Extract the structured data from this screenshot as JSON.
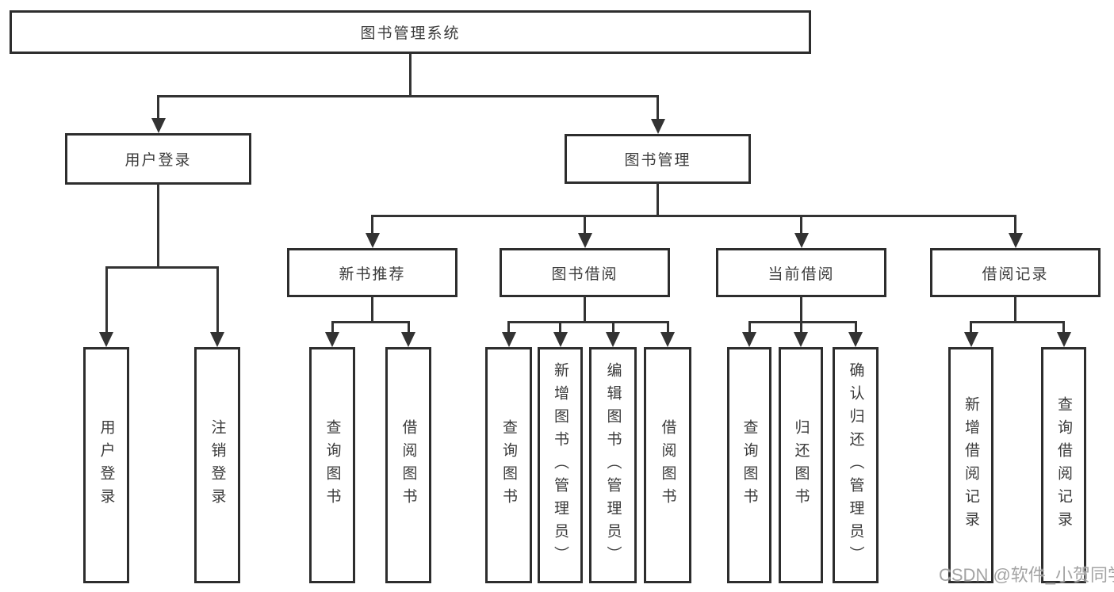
{
  "diagram": {
    "title": "图书管理系统",
    "watermark": "CSDN @软件_小贺同学",
    "colors": {
      "line": "#333333",
      "box_border": "#2d2d2d",
      "text": "#3b3b3b",
      "watermark": "#9e9e9e",
      "background": "#ffffff"
    },
    "tree": {
      "root": "图书管理系统",
      "branches": [
        {
          "label": "用户登录",
          "leaves": [
            "用户登录",
            "注销登录"
          ]
        },
        {
          "label": "图书管理",
          "groups": [
            {
              "label": "新书推荐",
              "leaves": [
                "查询图书",
                "借阅图书"
              ]
            },
            {
              "label": "图书借阅",
              "leaves": [
                "查询图书",
                "新增图书（管理员）",
                "编辑图书（管理员）",
                "借阅图书"
              ]
            },
            {
              "label": "当前借阅",
              "leaves": [
                "查询图书",
                "归还图书",
                "确认归还（管理员）"
              ]
            },
            {
              "label": "借阅记录",
              "leaves": [
                "新增借阅记录",
                "查询借阅记录"
              ]
            }
          ]
        }
      ]
    }
  }
}
